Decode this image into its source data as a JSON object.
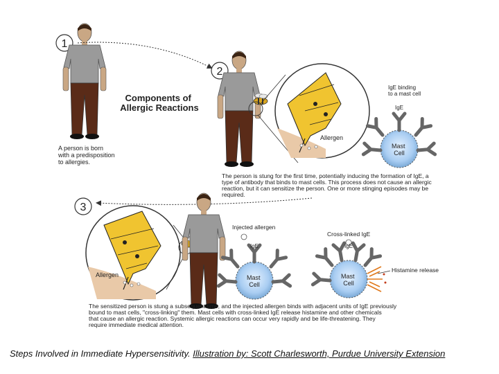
{
  "figure": {
    "title_line1": "Components of",
    "title_line2": "Allergic Reactions",
    "step1": {
      "number": "1",
      "text": [
        "A person is born",
        "with a predisposition",
        "to allergies."
      ]
    },
    "step2": {
      "number": "2",
      "allergen_label": "Allergen",
      "binding_label": [
        "IgE binding",
        "to a mast cell"
      ],
      "ige_label": "IgE",
      "mast_cell_label": [
        "Mast",
        "Cell"
      ],
      "text": [
        "The person is stung for the first time, potentially inducing the formation of IgE, a",
        "type of antibody that binds to mast cells. This process does not cause an allergic",
        "reaction, but it can sensitize the person. One or more stinging episodes may be",
        "required."
      ]
    },
    "step3": {
      "number": "3",
      "allergen_label": "Allergen",
      "injected_label": "Injected allergen",
      "crosslinked_label": "Cross-linked IgE",
      "histamine_label": "Histamine release",
      "ige_label": "IgE",
      "mast_cell_label": [
        "Mast",
        "Cell"
      ],
      "text": [
        "The sensitized person is stung a subsequent time, and the injected allergen binds with adjacent units of IgE previously",
        "bound to mast cells, \"cross-linking\" them. Mast cells with cross-linked IgE release histamine and other chemicals",
        "that cause an allergic reaction. Systemic allergic reactions can occur very rapidly and be life-threatening. They",
        "require immediate medical attention."
      ]
    }
  },
  "caption": {
    "text": "Steps Involved in Immediate Hypersensitivity. ",
    "link": "Illustration by: Scott Charlesworth, Purdue University Extension"
  }
}
